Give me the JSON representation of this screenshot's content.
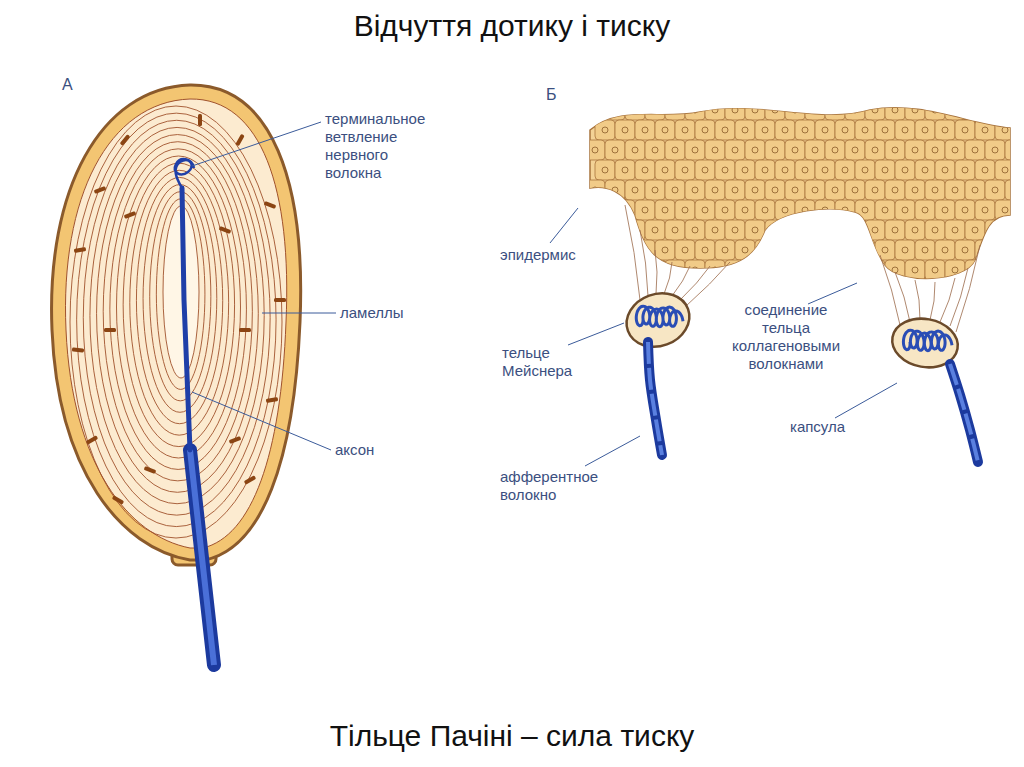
{
  "diagram": {
    "title": "Відчуття дотику і тиску",
    "caption": "Тільце Пачіні – сила тиску",
    "labels": [
      "А",
      "терминальное ветвление нервного волокна",
      "ламеллы",
      "аксон",
      "Б",
      "эпидермис",
      "тельце Мейснера",
      "афферентное волокно",
      "соединение тельца коллагеновыми волокнами",
      "капсула"
    ]
  }
}
